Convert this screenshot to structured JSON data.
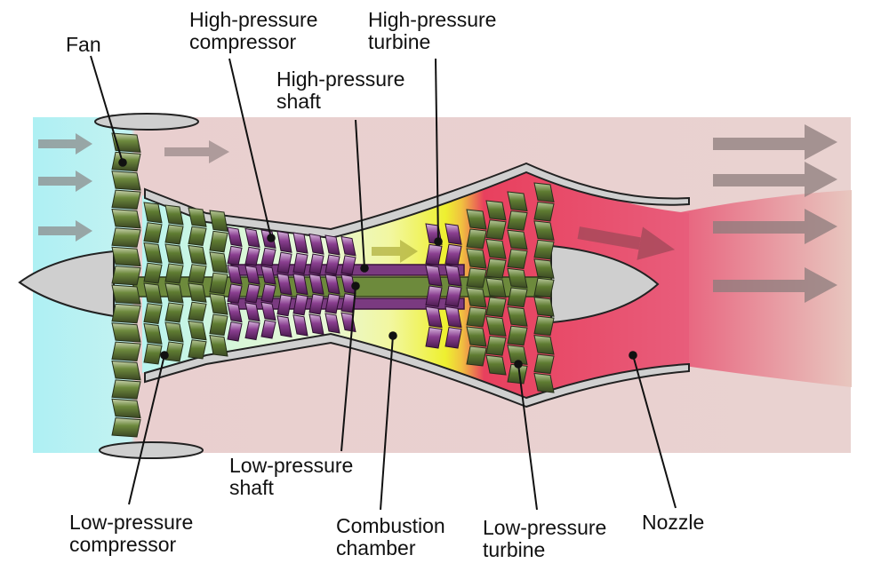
{
  "labels": {
    "fan": [
      "Fan"
    ],
    "hp_compressor": [
      "High-pressure",
      "compressor"
    ],
    "hp_turbine": [
      "High-pressure",
      "turbine"
    ],
    "hp_shaft": [
      "High-pressure",
      "shaft"
    ],
    "lp_shaft": [
      "Low-pressure",
      "shaft"
    ],
    "lp_compressor": [
      "Low-pressure",
      "compressor"
    ],
    "combustion": [
      "Combustion",
      "chamber"
    ],
    "lp_turbine": [
      "Low-pressure",
      "turbine"
    ],
    "nozzle": [
      "Nozzle"
    ]
  },
  "colors": {
    "intake": "#b6f1f2",
    "bypass": "#e9cfcf",
    "compressor_zone": "#c8f5dc",
    "combustion_zone": "#eef540",
    "turbine_zone": "#e85a7a",
    "exhaust_fade": "#eadad6",
    "low_pressure_spool": "#6d8a3c",
    "high_pressure_spool": "#6a2a6e",
    "casing": "#d3d3d3",
    "arrow": "#8c8c8c"
  }
}
